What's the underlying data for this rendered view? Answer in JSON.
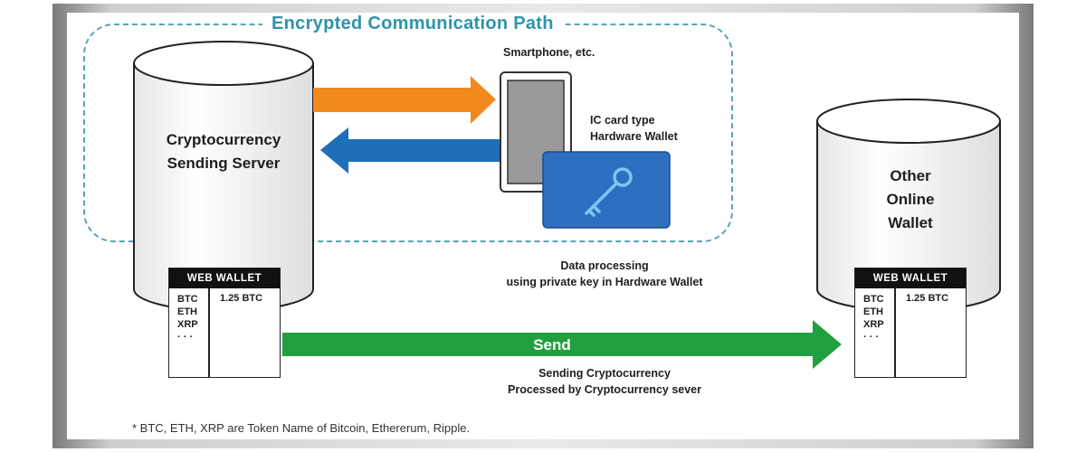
{
  "title": "Encrypted Communication Path",
  "server": {
    "line1": "Cryptocurrency",
    "line2": "Sending Server"
  },
  "other_wallet": {
    "line1": "Other",
    "line2": "Online",
    "line3": "Wallet"
  },
  "device": {
    "smartphone_label": "Smartphone, etc.",
    "hardware_line1": "IC card type",
    "hardware_line2": "Hardware Wallet",
    "hardware_icon": "key-icon"
  },
  "processing": {
    "line1": "Data processing",
    "line2": "using private key in Hardware Wallet"
  },
  "web_wallet_left": {
    "header": "WEB WALLET",
    "tokens": [
      "BTC",
      "ETH",
      "XRP",
      "· · ·"
    ],
    "amount": "1.25 BTC"
  },
  "web_wallet_right": {
    "header": "WEB WALLET",
    "tokens": [
      "BTC",
      "ETH",
      "XRP",
      "· · ·"
    ],
    "amount": "1.25 BTC"
  },
  "send": {
    "label": "Send",
    "line1": "Sending Cryptocurrency",
    "line2": "Processed by Cryptocurrency sever"
  },
  "footnote": "* BTC, ETH, XRP are Token Name of Bitcoin, Ethererum, Ripple.",
  "colors": {
    "orange_arrow": "#f08a1e",
    "blue_arrow": "#1f6fb8",
    "green_arrow": "#21a03f",
    "card_blue": "#2d6fc0",
    "dashed_border": "#5aa3b7"
  }
}
